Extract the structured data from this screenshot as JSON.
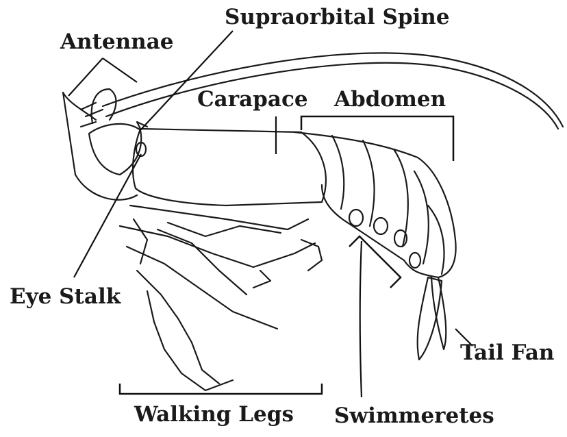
{
  "diagram": {
    "labels": {
      "supraorbital_spine": "Supraorbital Spine",
      "antennae": "Antennae",
      "carapace": "Carapace",
      "abdomen": "Abdomen",
      "eye_stalk": "Eye Stalk",
      "walking_legs": "Walking Legs",
      "swimmeretes": "Swimmeretes",
      "tail_fan": "Tail Fan"
    },
    "colors": {
      "line": "#1a1a1a",
      "background": "#ffffff"
    }
  }
}
